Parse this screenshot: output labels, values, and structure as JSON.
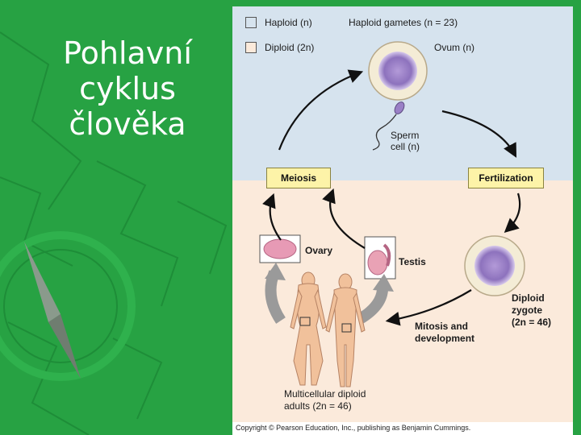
{
  "slide": {
    "title_lines": [
      "Pohlavní",
      "cyklus",
      "člověka"
    ]
  },
  "figure": {
    "legend": {
      "haploid": "Haploid (n)",
      "diploid": "Diploid (2n)"
    },
    "labels": {
      "haploid_gametes": "Haploid gametes (n = 23)",
      "ovum": "Ovum (n)",
      "sperm_line1": "Sperm",
      "sperm_line2": "cell (n)",
      "meiosis": "Meiosis",
      "fertilization": "Fertilization",
      "ovary": "Ovary",
      "testis": "Testis",
      "zygote_line1": "Diploid",
      "zygote_line2": "zygote",
      "zygote_line3": "(2n = 46)",
      "mitosis_line1": "Mitosis and",
      "mitosis_line2": "development",
      "adults_line1": "Multicellular diploid",
      "adults_line2": "adults (2n = 46)"
    },
    "copyright": "Copyright © Pearson Education, Inc., publishing as Benjamin Cummings.",
    "colors": {
      "haploid_region": "#d6e3ee",
      "diploid_region": "#fbeadb",
      "box_fill": "#fdf3a8",
      "cell_purple": "#9a80c6",
      "background_green": "#27a243"
    }
  }
}
